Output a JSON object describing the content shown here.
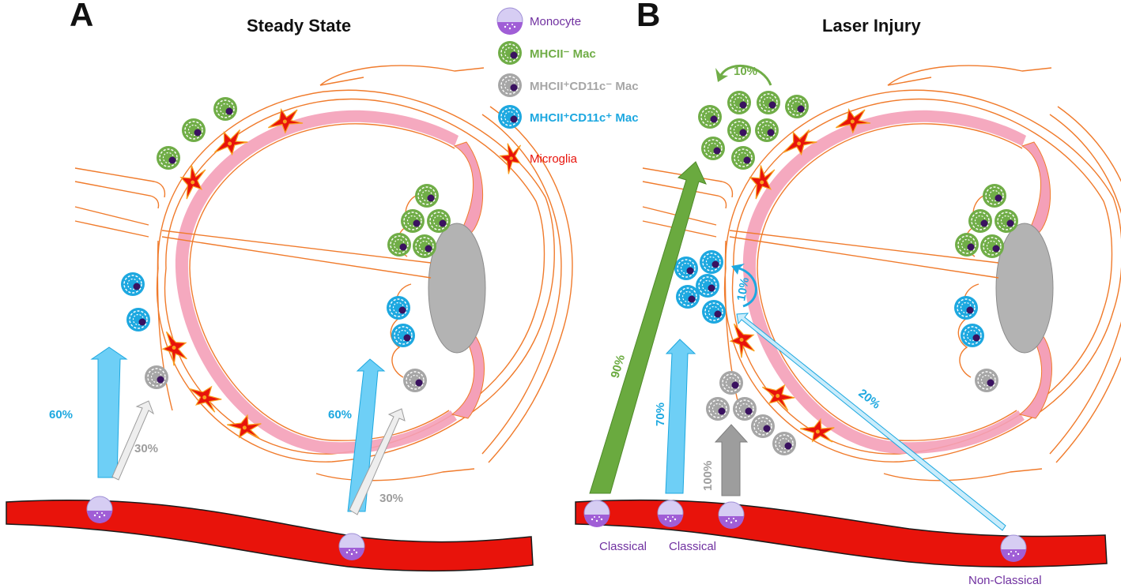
{
  "colors": {
    "monocyte": "#7030a0",
    "mhcii_neg_mac": "#70ad47",
    "mhcii_pos_cd11c_neg_mac": "#a6a6a6",
    "mhcii_pos_cd11c_pos_mac": "#1da8e0",
    "microglia": "#e8130b",
    "eye_outline": "#f07b2c",
    "retina_layer": "#f4a0b8",
    "lens": "#b3b3b3",
    "blood_vessel": "#e8130b",
    "arrow_blue": "#6ecff6",
    "arrow_green": "#6aaa3f",
    "arrow_gray": "#9d9d9d"
  },
  "legend": [
    {
      "label": "Monocyte",
      "icon": "monocyte-icon"
    },
    {
      "label": "MHCII⁻ Mac",
      "icon": "green-macrophage-icon"
    },
    {
      "label": "MHCII⁺CD11c⁻ Mac",
      "icon": "gray-macrophage-icon"
    },
    {
      "label": "MHCII⁺CD11c⁺ Mac",
      "icon": "blue-macrophage-icon"
    },
    {
      "label": "Microglia",
      "icon": "microglia-icon"
    }
  ],
  "panel_a": {
    "letter": "A",
    "title": "Steady State",
    "arrows": [
      {
        "label": "60%"
      },
      {
        "label": "30%"
      },
      {
        "label": "60%"
      },
      {
        "label": "30%"
      }
    ]
  },
  "panel_b": {
    "letter": "B",
    "title": "Laser Injury",
    "arrows": [
      {
        "label": "90%"
      },
      {
        "label": "70%"
      },
      {
        "label": "100%"
      },
      {
        "label": "20%"
      }
    ],
    "recycle": [
      {
        "label": "10%"
      },
      {
        "label": "10%"
      }
    ],
    "monocyte_labels": [
      "Classical",
      "Classical",
      "Non-Classical"
    ]
  }
}
